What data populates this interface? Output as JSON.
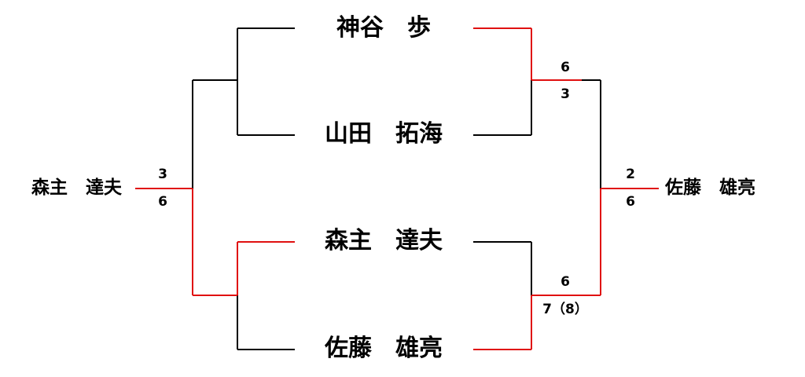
{
  "colors": {
    "winner_line": "#e01010",
    "loser_line": "#000000",
    "text": "#000000",
    "background": "#ffffff"
  },
  "players": {
    "p1": "神谷　歩",
    "p2": "山田　拓海",
    "p3": "森主　達夫",
    "p4": "佐藤　雄亮"
  },
  "finalists": {
    "left": "森主　達夫",
    "right": "佐藤　雄亮"
  },
  "scores": {
    "right_semi_top": "6",
    "right_semi_bottom": "3",
    "right_semi2_top": "6",
    "right_semi2_bottom": "7（8）",
    "left_final_top": "3",
    "left_final_bottom": "6",
    "right_final_top": "2",
    "right_final_bottom": "6"
  }
}
